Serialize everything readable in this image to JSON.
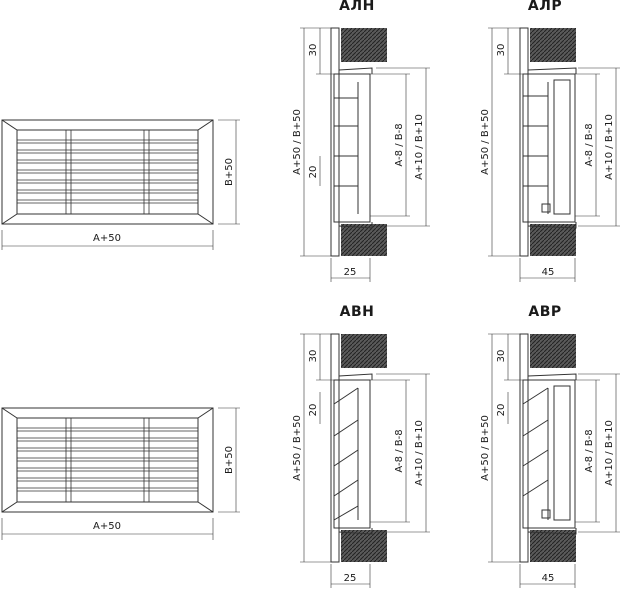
{
  "front_views": {
    "top": {
      "width_label": "A+50",
      "height_label": "B+50"
    },
    "bottom": {
      "width_label": "A+50",
      "height_label": "B+50"
    }
  },
  "sections": [
    {
      "title": "АЛН",
      "total": "A+50 / B+50",
      "top_offset": "30",
      "mid": "20",
      "inner": "A-8 / B-8",
      "outer": "A+10 / B+10",
      "depth": "25"
    },
    {
      "title": "АЛР",
      "total": "A+50 / B+50",
      "top_offset": "30",
      "inner": "A-8 / B-8",
      "outer": "A+10 / B+10",
      "depth": "45"
    },
    {
      "title": "АВН",
      "total": "A+50 / B+50",
      "top_offset": "30",
      "mid": "20",
      "inner": "A-8 / B-8",
      "outer": "A+10 / B+10",
      "depth": "25"
    },
    {
      "title": "АВР",
      "total": "A+50 / B+50",
      "top_offset": "30",
      "mid": "20",
      "inner": "A-8 / B-8",
      "outer": "A+10 / B+10",
      "depth": "45"
    }
  ]
}
